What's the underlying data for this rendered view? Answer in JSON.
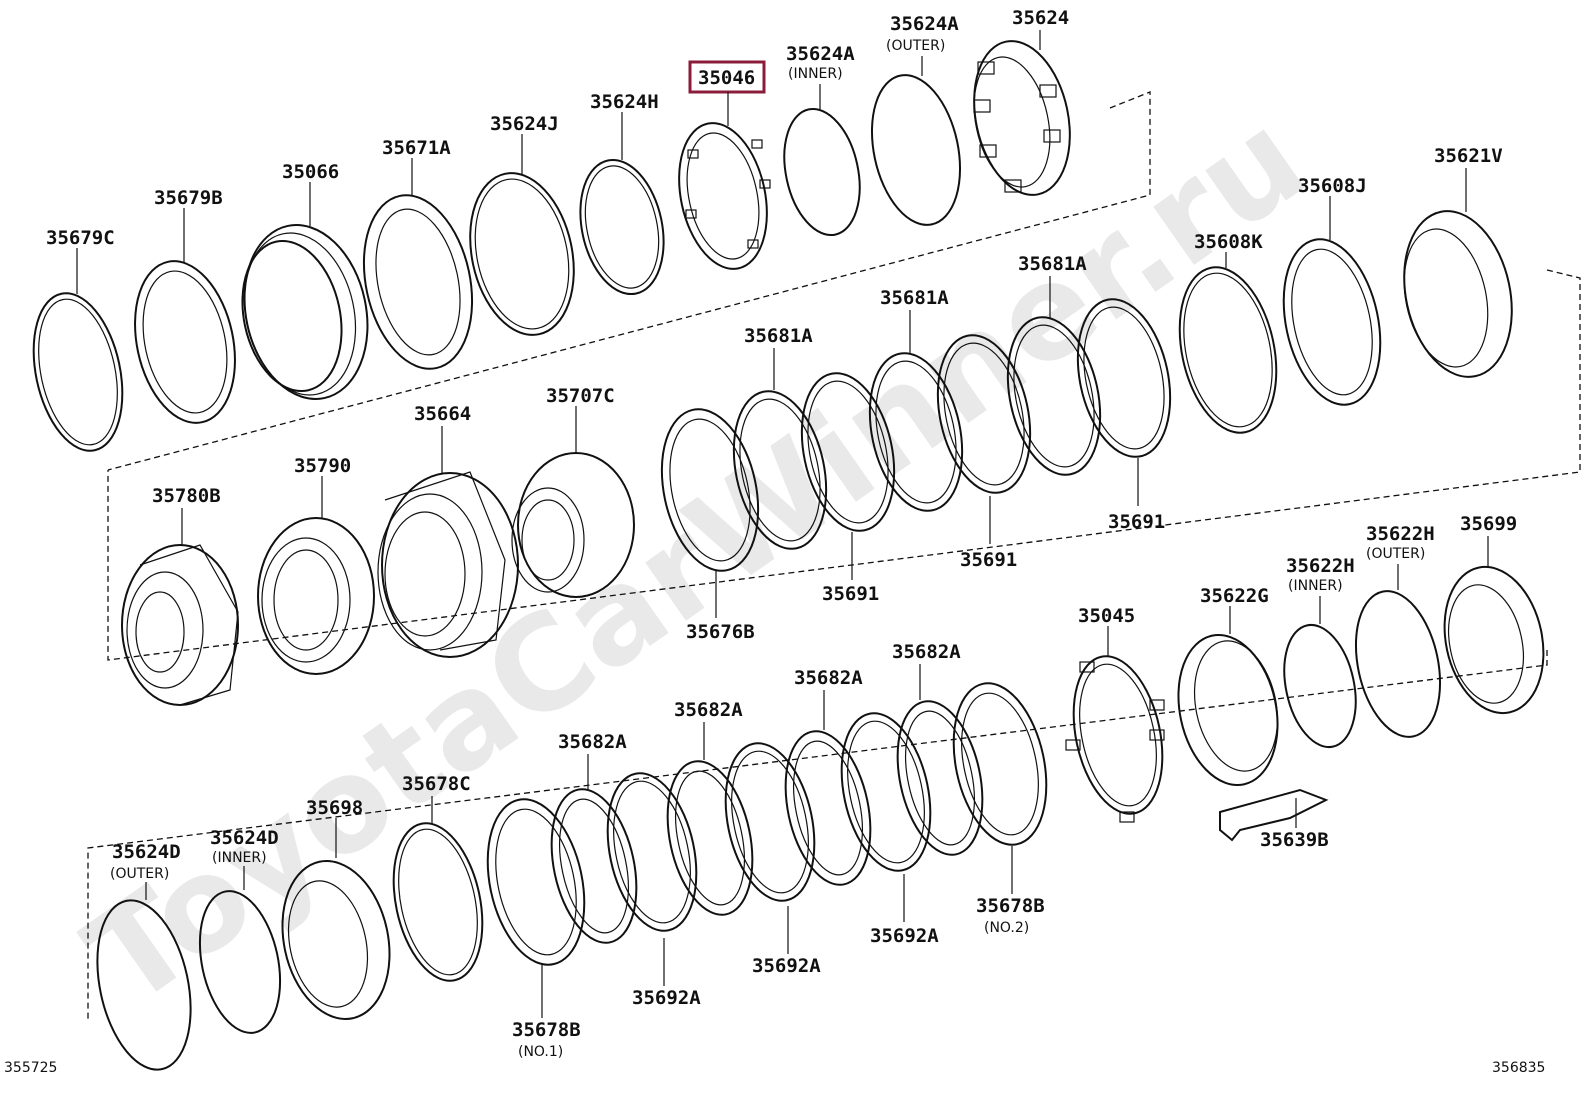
{
  "watermark": "ToyotaCarWinner.ru",
  "highlight": {
    "part": "35046",
    "color": "#8b1c3a"
  },
  "footer": {
    "left_code": "355725",
    "right_code": "356835"
  },
  "labels": [
    {
      "id": "35679C",
      "text": "35679C",
      "sub": ""
    },
    {
      "id": "35679B",
      "text": "35679B",
      "sub": ""
    },
    {
      "id": "35066",
      "text": "35066",
      "sub": ""
    },
    {
      "id": "35671A",
      "text": "35671A",
      "sub": ""
    },
    {
      "id": "35624J",
      "text": "35624J",
      "sub": ""
    },
    {
      "id": "35624H",
      "text": "35624H",
      "sub": ""
    },
    {
      "id": "35046",
      "text": "35046",
      "sub": ""
    },
    {
      "id": "35624A_in",
      "text": "35624A",
      "sub": "(INNER)"
    },
    {
      "id": "35624A_out",
      "text": "35624A",
      "sub": "(OUTER)"
    },
    {
      "id": "35624",
      "text": "35624",
      "sub": ""
    },
    {
      "id": "35621V",
      "text": "35621V",
      "sub": ""
    },
    {
      "id": "35608J",
      "text": "35608J",
      "sub": ""
    },
    {
      "id": "35608K",
      "text": "35608K",
      "sub": ""
    },
    {
      "id": "35681A_1",
      "text": "35681A",
      "sub": ""
    },
    {
      "id": "35681A_2",
      "text": "35681A",
      "sub": ""
    },
    {
      "id": "35681A_3",
      "text": "35681A",
      "sub": ""
    },
    {
      "id": "35664",
      "text": "35664",
      "sub": ""
    },
    {
      "id": "35707C",
      "text": "35707C",
      "sub": ""
    },
    {
      "id": "35790",
      "text": "35790",
      "sub": ""
    },
    {
      "id": "35780B",
      "text": "35780B",
      "sub": ""
    },
    {
      "id": "35691_1",
      "text": "35691",
      "sub": ""
    },
    {
      "id": "35691_2",
      "text": "35691",
      "sub": ""
    },
    {
      "id": "35691_3",
      "text": "35691",
      "sub": ""
    },
    {
      "id": "35676B",
      "text": "35676B",
      "sub": ""
    },
    {
      "id": "35699",
      "text": "35699",
      "sub": ""
    },
    {
      "id": "35622H_out",
      "text": "35622H",
      "sub": "(OUTER)"
    },
    {
      "id": "35622H_in",
      "text": "35622H",
      "sub": "(INNER)"
    },
    {
      "id": "35622G",
      "text": "35622G",
      "sub": ""
    },
    {
      "id": "35045",
      "text": "35045",
      "sub": ""
    },
    {
      "id": "35682A_1",
      "text": "35682A",
      "sub": ""
    },
    {
      "id": "35682A_2",
      "text": "35682A",
      "sub": ""
    },
    {
      "id": "35682A_3",
      "text": "35682A",
      "sub": ""
    },
    {
      "id": "35682A_4",
      "text": "35682A",
      "sub": ""
    },
    {
      "id": "35639B",
      "text": "35639B",
      "sub": ""
    },
    {
      "id": "35698",
      "text": "35698",
      "sub": ""
    },
    {
      "id": "35678C",
      "text": "35678C",
      "sub": ""
    },
    {
      "id": "35624D_out",
      "text": "35624D",
      "sub": "(OUTER)"
    },
    {
      "id": "35624D_in",
      "text": "35624D",
      "sub": "(INNER)"
    },
    {
      "id": "35678B_1",
      "text": "35678B",
      "sub": "(NO.1)"
    },
    {
      "id": "35678B_2",
      "text": "35678B",
      "sub": "(NO.2)"
    },
    {
      "id": "35692A_1",
      "text": "35692A",
      "sub": ""
    },
    {
      "id": "35692A_2",
      "text": "35692A",
      "sub": ""
    },
    {
      "id": "35692A_3",
      "text": "35692A",
      "sub": ""
    }
  ]
}
